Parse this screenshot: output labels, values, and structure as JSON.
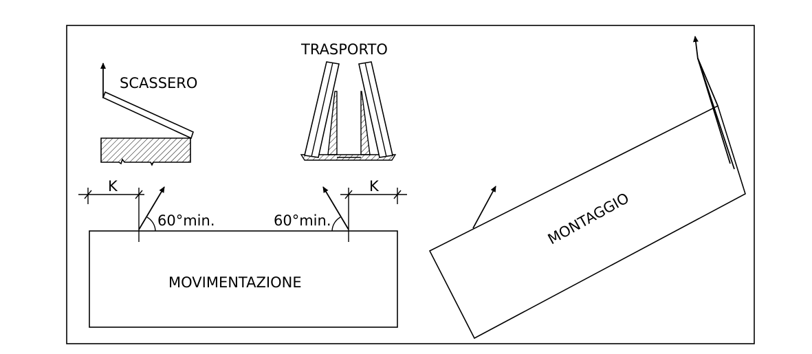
{
  "labels": {
    "scassero": "SCASSERO",
    "trasporto": "TRASPORTO",
    "movimentazione": "MOVIMENTAZIONE",
    "montaggio": "MONTAGGIO",
    "k_left": "K",
    "k_right": "K",
    "angle_left": "60°min.",
    "angle_right": "60°min."
  }
}
